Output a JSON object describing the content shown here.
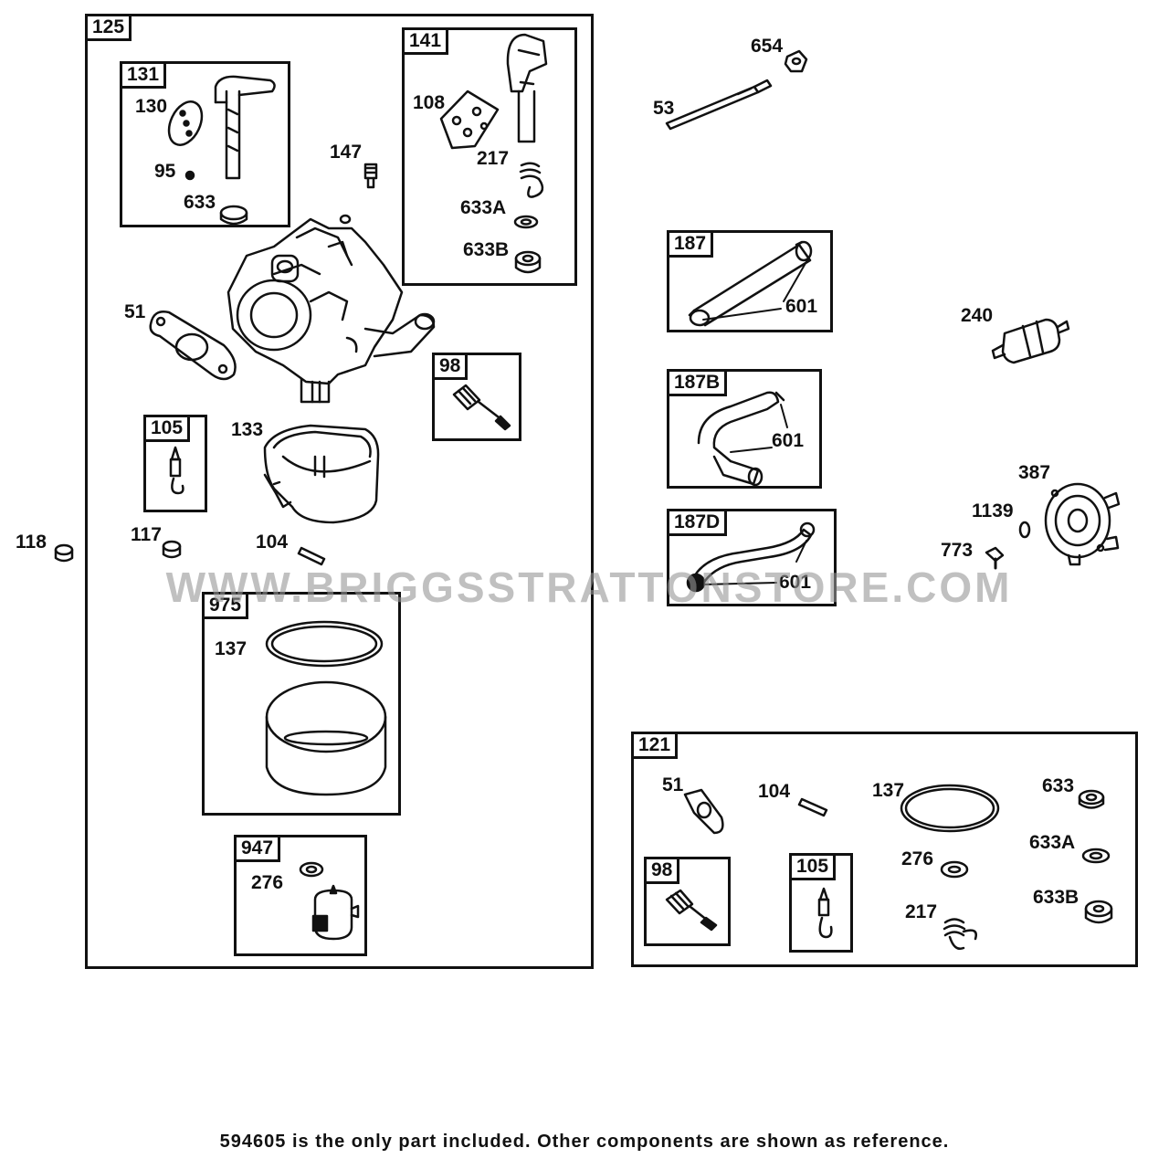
{
  "watermark": "WWW.BRIGGSSTRATTONSTORE.COM",
  "footnote": "594605 is the only part included. Other components are shown as reference.",
  "boxes": {
    "b125": "125",
    "b131": "131",
    "b141": "141",
    "b98a": "98",
    "b105a": "105",
    "b975": "975",
    "b947": "947",
    "b187": "187",
    "b187b": "187B",
    "b187d": "187D",
    "b121": "121",
    "b98b": "98",
    "b105b": "105"
  },
  "labels": {
    "l130": "130",
    "l95": "95",
    "l633a": "633",
    "l108": "108",
    "l217a": "217",
    "l633A_a": "633A",
    "l633B_a": "633B",
    "l147": "147",
    "l51a": "51",
    "l133": "133",
    "l117": "117",
    "l118": "118",
    "l104a": "104",
    "l137a": "137",
    "l276a": "276",
    "l654": "654",
    "l53": "53",
    "l601a": "601",
    "l601b": "601",
    "l601c": "601",
    "l240": "240",
    "l387": "387",
    "l1139": "1139",
    "l773": "773",
    "l51b": "51",
    "l104b": "104",
    "l137b": "137",
    "l633b": "633",
    "l633A_b": "633A",
    "l276b": "276",
    "l633B_b": "633B",
    "l217b": "217"
  }
}
